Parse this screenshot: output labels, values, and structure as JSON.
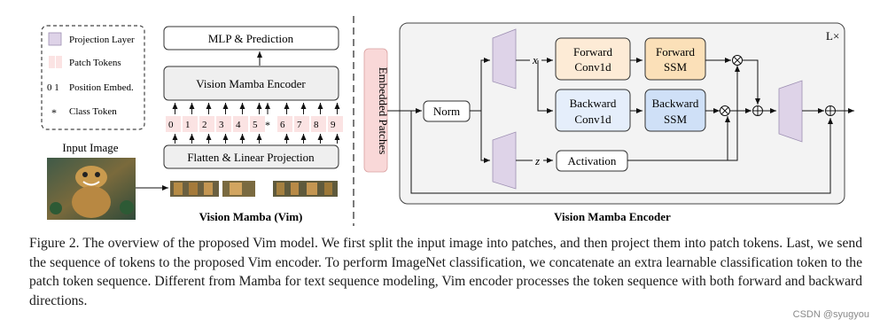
{
  "legend": {
    "projection_layer": "Projection Layer",
    "patch_tokens": "Patch Tokens",
    "position_embed_sample": "0 1",
    "position_embed": "Position Embed.",
    "class_token_symbol": "*",
    "class_token": "Class Token"
  },
  "vim": {
    "mlp": "MLP & Prediction",
    "encoder": "Vision Mamba Encoder",
    "flatten": "Flatten & Linear Projection",
    "input_image": "Input Image",
    "subtitle": "Vision Mamba (Vim)",
    "token_positions": [
      "0",
      "1",
      "2",
      "3",
      "4",
      "5",
      "6",
      "7",
      "8",
      "9"
    ],
    "class_token_symbol": "*"
  },
  "encoder_detail": {
    "embedded_patches": "Embedded Patches",
    "repeat_label": "L×",
    "norm": "Norm",
    "x_label": "x",
    "z_label": "z",
    "forward_conv_1": "Forward",
    "forward_conv_2": "Conv1d",
    "forward_ssm_1": "Forward",
    "forward_ssm_2": "SSM",
    "backward_conv_1": "Backward",
    "backward_conv_2": "Conv1d",
    "backward_ssm_1": "Backward",
    "backward_ssm_2": "SSM",
    "activation": "Activation",
    "title": "Vision Mamba Encoder"
  },
  "caption": "Figure 2. The overview of the proposed Vim model. We first split the input image into patches, and then project them into patch tokens. Last, we send the sequence of tokens to the proposed Vim encoder. To perform ImageNet classification, we concatenate an extra learnable classification token to the patch token sequence. Different from Mamba for text sequence modeling, Vim encoder processes the token sequence with both forward and backward directions.",
  "watermark": "CSDN @syugyou",
  "colors": {
    "projection_fill": "#ded3e8",
    "patch_token_fill": "#fbe3e3",
    "embedded_fill": "#f9d8d8",
    "forward_conv_fill": "#fdebd6",
    "forward_ssm_fill": "#fbe0b8",
    "backward_conv_fill": "#e5eefb",
    "backward_ssm_fill": "#cfe0f7",
    "encoder_bg": "#f3f3f3"
  }
}
